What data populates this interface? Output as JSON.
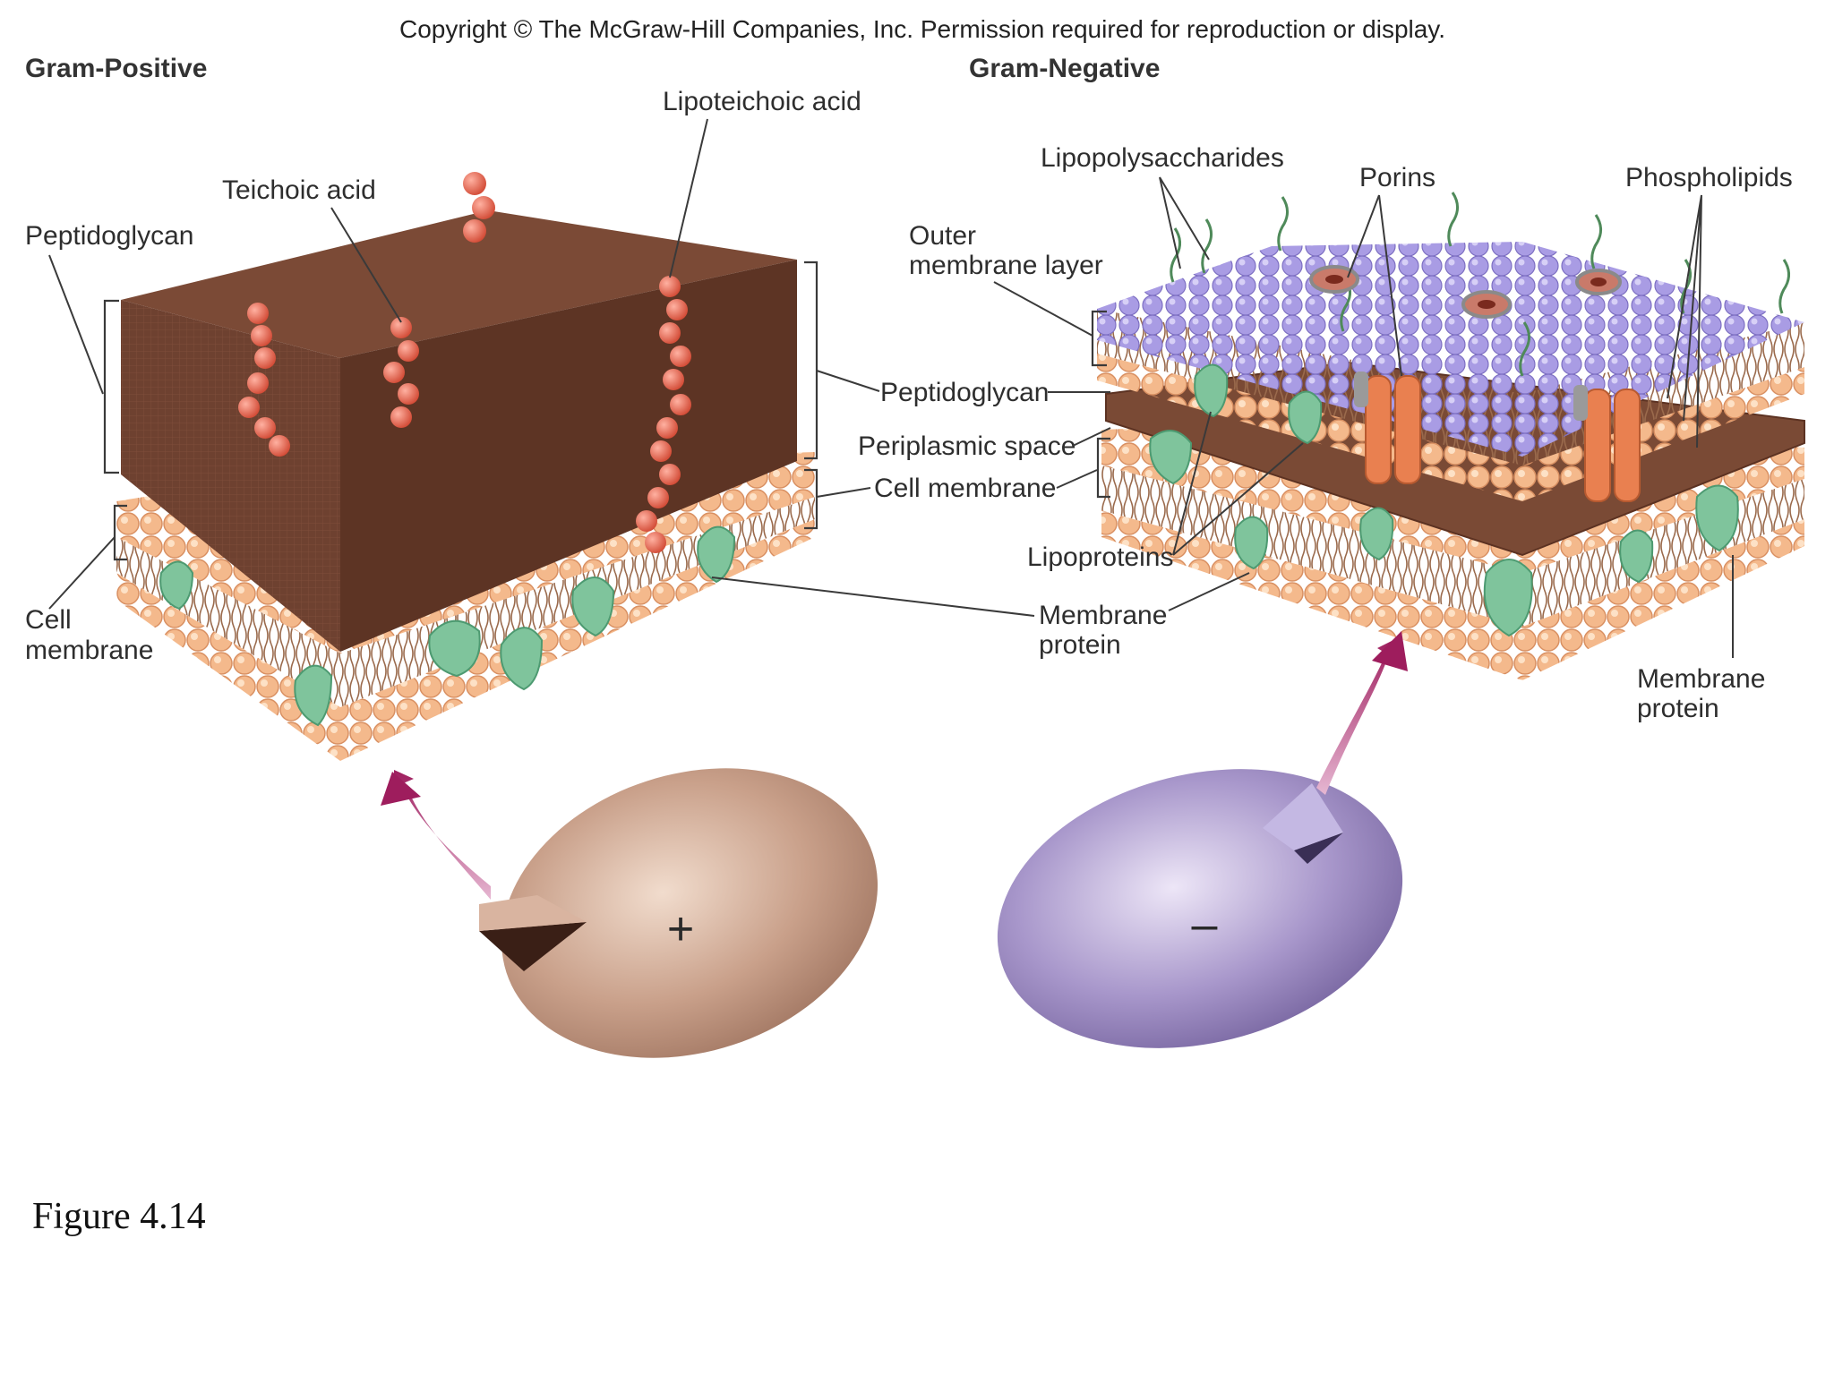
{
  "copyright": "Copyright © The McGraw-Hill Companies, Inc. Permission required for reproduction or display.",
  "gram_positive": {
    "heading": "Gram-Positive",
    "labels": {
      "peptidoglycan": "Peptidoglycan",
      "teichoic_acid": "Teichoic acid",
      "lipoteichoic_acid": "Lipoteichoic acid",
      "cell_membrane_line1": "Cell",
      "cell_membrane_line2": "membrane"
    },
    "cell_sign": "+",
    "colors": {
      "wall": "#6b3f2e",
      "wall_top": "#7b4a36",
      "beads": "#e05a45",
      "cell": "#c69a82"
    }
  },
  "gram_negative": {
    "heading": "Gram-Negative",
    "labels": {
      "lipopolysaccharides": "Lipopolysaccharides",
      "porins": "Porins",
      "phospholipids": "Phospholipids",
      "outer_membrane_line1": "Outer",
      "outer_membrane_line2": "membrane layer",
      "peptidoglycan": "Peptidoglycan",
      "periplasmic_space": "Periplasmic space",
      "cell_membrane": "Cell membrane",
      "lipoproteins": "Lipoproteins",
      "membrane_protein_line1": "Membrane",
      "membrane_protein_line2": "protein",
      "membrane_protein_right_line1": "Membrane",
      "membrane_protein_right_line2": "protein"
    },
    "cell_sign": "–",
    "colors": {
      "outer": "#a79ae0",
      "porin": "#e98050",
      "layer": "#7a4a35",
      "cell": "#a592c8"
    }
  },
  "caption": "Figure 4.14"
}
